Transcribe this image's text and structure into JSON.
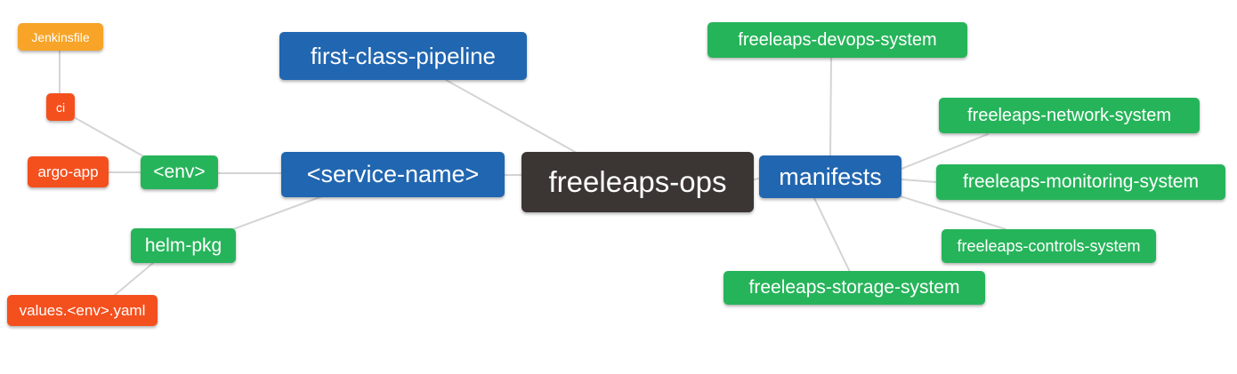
{
  "diagram": {
    "type": "mindmap",
    "background": "#ffffff",
    "edge_color": "#d4d4d4",
    "palette": {
      "root": "#3b3634",
      "branch_blue": "#2166b0",
      "leaf_green": "#26b45a",
      "leaf_red": "#f4501e",
      "leaf_orange": "#f7a428",
      "text": "#ffffff"
    },
    "nodes": {
      "root": {
        "label": "freeleaps-ops",
        "color": "#3b3634"
      },
      "first_class_pipeline": {
        "label": "first-class-pipeline",
        "color": "#2166b0"
      },
      "service_name": {
        "label": "<service-name>",
        "color": "#2166b0"
      },
      "manifests": {
        "label": "manifests",
        "color": "#2166b0"
      },
      "env": {
        "label": "<env>",
        "color": "#26b45a"
      },
      "helm_pkg": {
        "label": "helm-pkg",
        "color": "#26b45a"
      },
      "ci": {
        "label": "ci",
        "color": "#f4501e"
      },
      "argo_app": {
        "label": "argo-app",
        "color": "#f4501e"
      },
      "values_env_yaml": {
        "label": "values.<env>.yaml",
        "color": "#f4501e"
      },
      "jenkinsfile": {
        "label": "Jenkinsfile",
        "color": "#f7a428"
      },
      "devops_system": {
        "label": "freeleaps-devops-system",
        "color": "#26b45a"
      },
      "network_system": {
        "label": "freeleaps-network-system",
        "color": "#26b45a"
      },
      "monitoring_system": {
        "label": "freeleaps-monitoring-system",
        "color": "#26b45a"
      },
      "controls_system": {
        "label": "freeleaps-controls-system",
        "color": "#26b45a"
      },
      "storage_system": {
        "label": "freeleaps-storage-system",
        "color": "#26b45a"
      }
    },
    "edges": [
      {
        "from": "jenkinsfile",
        "to": "ci"
      },
      {
        "from": "ci",
        "to": "env"
      },
      {
        "from": "argo_app",
        "to": "env"
      },
      {
        "from": "env",
        "to": "service_name"
      },
      {
        "from": "helm_pkg",
        "to": "service_name"
      },
      {
        "from": "values_env_yaml",
        "to": "helm_pkg"
      },
      {
        "from": "first_class_pipeline",
        "to": "root"
      },
      {
        "from": "service_name",
        "to": "root"
      },
      {
        "from": "root",
        "to": "manifests"
      },
      {
        "from": "manifests",
        "to": "devops_system"
      },
      {
        "from": "manifests",
        "to": "network_system"
      },
      {
        "from": "manifests",
        "to": "monitoring_system"
      },
      {
        "from": "manifests",
        "to": "controls_system"
      },
      {
        "from": "manifests",
        "to": "storage_system"
      }
    ]
  }
}
